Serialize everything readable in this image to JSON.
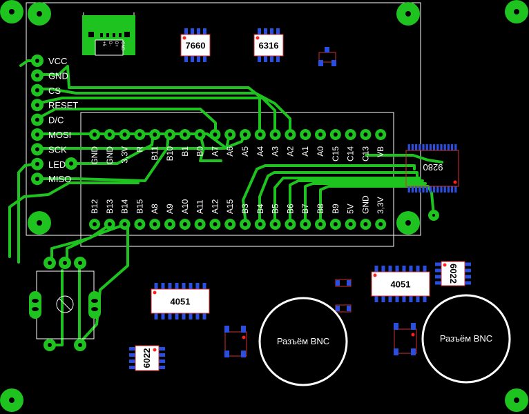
{
  "board": {
    "colors": {
      "background": "#000000",
      "copper": "#1fc31f",
      "silkscreen": "#ffffff",
      "smd_pad": "#2a4fe0",
      "outline": "#d03030",
      "marker": "#ff2020"
    }
  },
  "display_header": {
    "pins": [
      "VCC",
      "GND",
      "CS",
      "RESET",
      "D/C",
      "MOSI",
      "SCK",
      "LED",
      "MISO"
    ]
  },
  "mcu_top_row": [
    "GND",
    "GND",
    "3,3V",
    "R",
    "B11",
    "B10",
    "B1",
    "B0",
    "A7",
    "A6",
    "A5",
    "A4",
    "A3",
    "A2",
    "A1",
    "A0",
    "C15",
    "C14",
    "C13",
    "VB"
  ],
  "mcu_bottom_row": [
    "B12",
    "B13",
    "B14",
    "B15",
    "A8",
    "A9",
    "A10",
    "A11",
    "A12",
    "A15",
    "B3",
    "B4",
    "B5",
    "B6",
    "B7",
    "B8",
    "B9",
    "5V",
    "GND",
    "3,3V"
  ],
  "usb": {
    "pin_labels": [
      "+5",
      "D-",
      "D+",
      "GND"
    ]
  },
  "chips": {
    "ic_7660": "7660",
    "ic_6316": "6316",
    "ic_9280": "9280",
    "ic_4051_left": "4051",
    "ic_4051_right": "4051",
    "ic_6022_right": "6022",
    "ic_6022_left": "6022"
  },
  "bnc": {
    "left": "Разъём BNC",
    "right": "Разъём BNC"
  },
  "chart_data": null
}
